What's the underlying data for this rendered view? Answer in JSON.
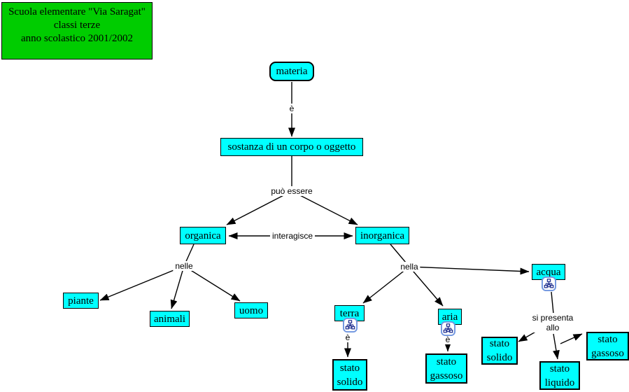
{
  "title_box": {
    "text": "Scuola elementare \"Via Saragat\"\nclassi terze\nanno scolastico 2001/2002",
    "bg_color": "#00cc00",
    "text_color": "#000000"
  },
  "colors": {
    "node_bg": "#00ffff",
    "node_border": "#000000",
    "line_color": "#000000",
    "background": "#ffffff"
  },
  "nodes": {
    "materia": {
      "label": "materia"
    },
    "sostanza": {
      "label": "sostanza di un corpo o oggetto"
    },
    "organica": {
      "label": "organica"
    },
    "inorganica": {
      "label": "inorganica"
    },
    "piante": {
      "label": "piante"
    },
    "animali": {
      "label": "animali"
    },
    "uomo": {
      "label": "uomo"
    },
    "terra": {
      "label": "terra"
    },
    "aria": {
      "label": "aria"
    },
    "acqua": {
      "label": "acqua"
    },
    "stato_solido_terra": {
      "label": "stato\nsolido"
    },
    "stato_gassoso_aria": {
      "label": "stato\ngassoso"
    },
    "stato_solido_acqua": {
      "label": "stato\nsolido"
    },
    "stato_liquido_acqua": {
      "label": "stato\nliquido"
    },
    "stato_gassoso_acqua": {
      "label": "stato\ngassoso"
    }
  },
  "link_labels": {
    "e_materia": "è",
    "puo_essere": "può essere",
    "interagisce": "interagisce",
    "nelle": "nelle",
    "nella": "nella",
    "e_terra": "è",
    "e_aria": "è",
    "si_presenta_allo": "si presenta\nallo"
  },
  "icons": {
    "submap": "linked-submap-icon"
  }
}
